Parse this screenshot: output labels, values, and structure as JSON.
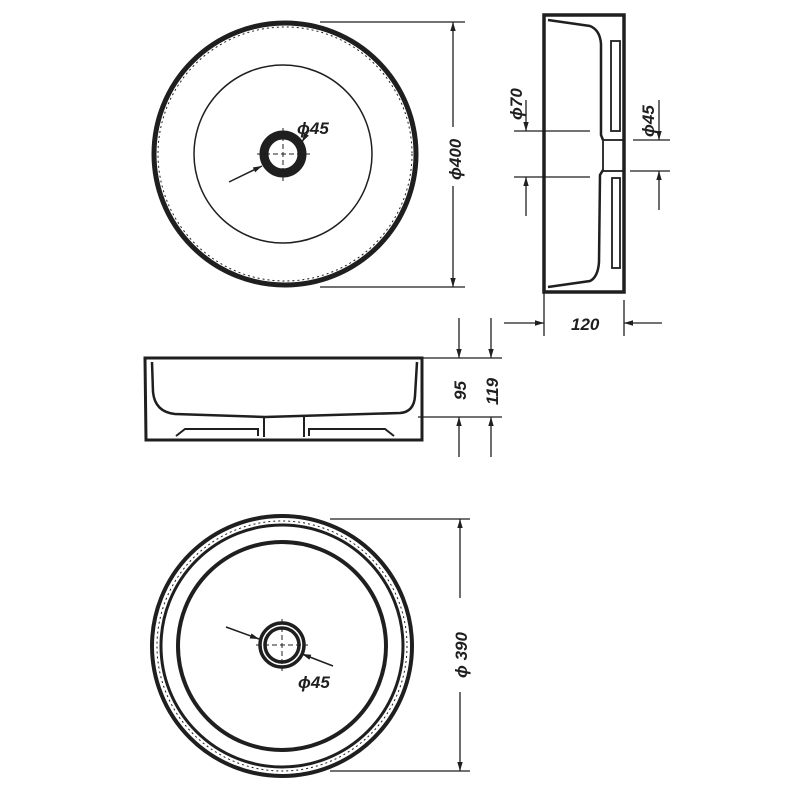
{
  "diagram": {
    "type": "technical-drawing",
    "subject": "round countertop washbasin",
    "colors": {
      "line": "#1f1f1f",
      "background": "#ffffff"
    },
    "views": [
      {
        "id": "top-view",
        "dimensions": {
          "outer_diameter": "ϕ400",
          "drain_diameter": "ϕ45"
        }
      },
      {
        "id": "side-section-view",
        "dimensions": {
          "overflow_diameter": "ϕ70",
          "drain_diameter": "ϕ45",
          "width": "120"
        }
      },
      {
        "id": "front-elevation-view",
        "dimensions": {
          "bowl_depth": "95",
          "total_height": "119"
        }
      },
      {
        "id": "bottom-view",
        "dimensions": {
          "base_diameter": "ϕ 390",
          "drain_diameter": "ϕ45"
        }
      }
    ]
  },
  "labels": {
    "top_outer": "ϕ400",
    "top_drain": "ϕ45",
    "side_overflow": "ϕ70",
    "side_drain": "ϕ45",
    "side_width": "120",
    "front_depth": "95",
    "front_height": "119",
    "bottom_outer": "ϕ 390",
    "bottom_drain": "ϕ45"
  }
}
